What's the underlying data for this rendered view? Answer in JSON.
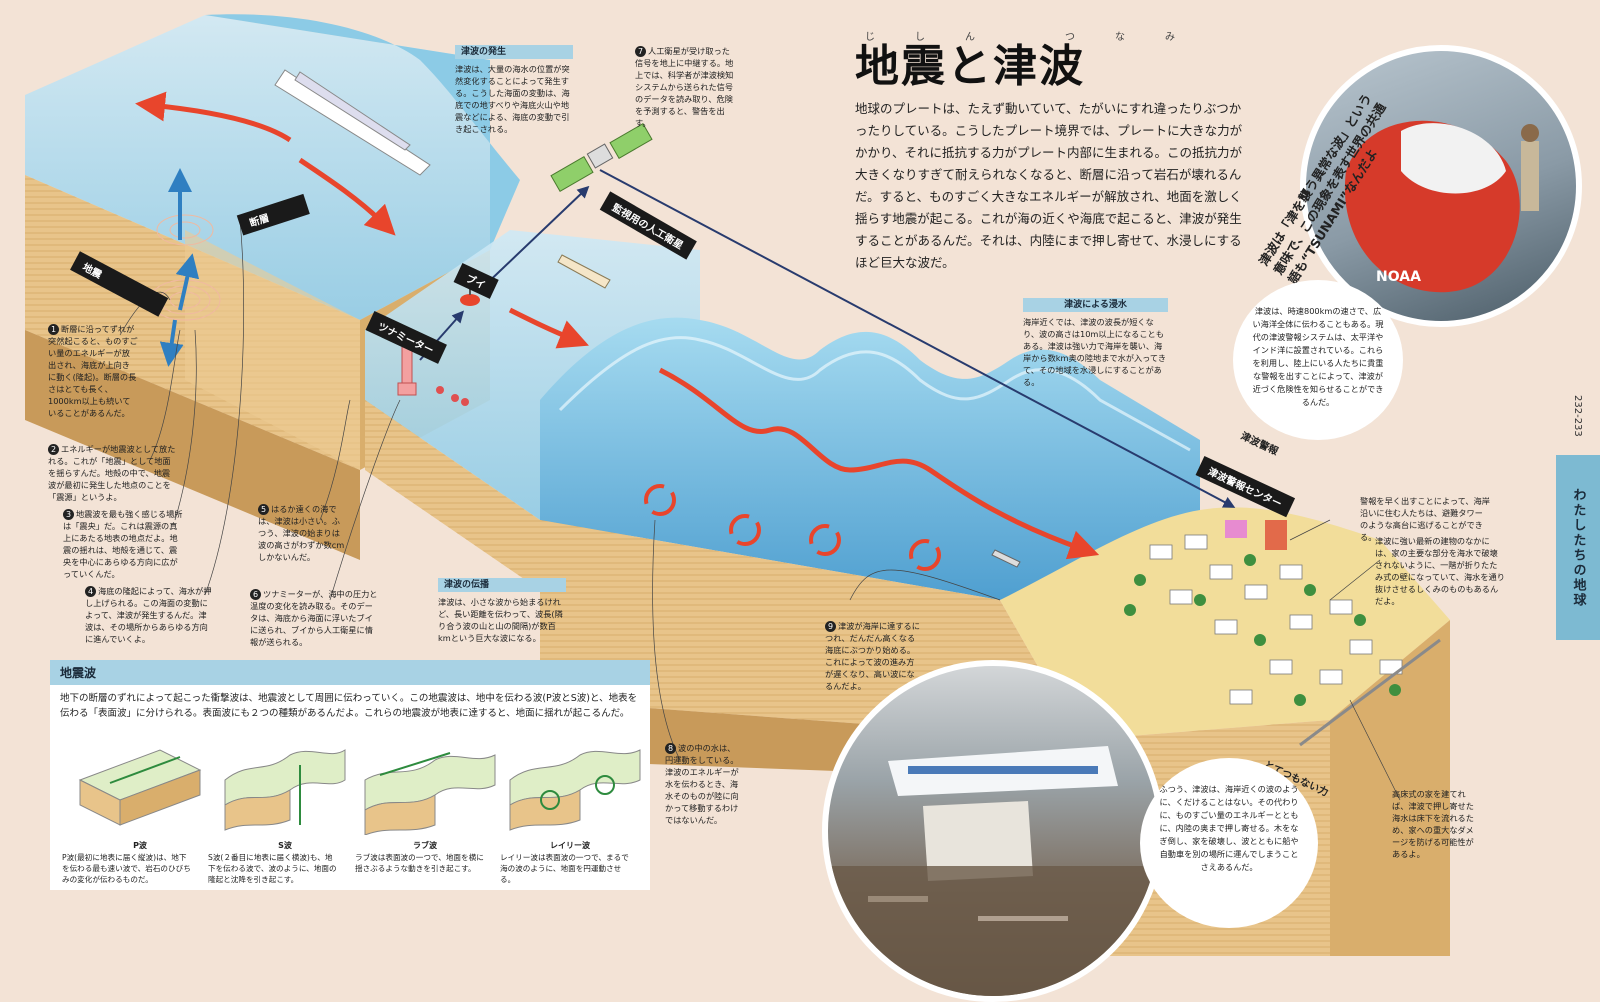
{
  "title": "地震と津波",
  "title_ruby": "じしん　つなみ",
  "intro": "地球のプレートは、たえず動いていて、たがいにすれ違ったりぶつかったりしている。こうしたプレート境界では、プレートに大きな力がかかり、それに抵抗する力がプレート内部に生まれる。この抵抗力が大きくなりすぎて耐えられなくなると、断層に沿って岩石が壊れるんだ。すると、ものすごく大きなエネルギーが解放され、地面を激しく揺らす地震が起こる。これが海の近くや海底で起こると、津波が発生することがあるんだ。それは、内陸にまで押し寄せて、水浸しにするほど巨大な波だ。",
  "labels": {
    "quake": "地震",
    "fault": "断層",
    "tsunameter": "ツナミーター",
    "buoy": "ブイ",
    "satellite": "監視用の人工衛星",
    "warning_center": "津波警報センター",
    "warning": "津波警報",
    "huge_force": "とてつもない力"
  },
  "boxes": {
    "generation": {
      "head": "津波の発生",
      "text": "津波は、大量の海水の位置が突然変化することによって発生する。こうした海面の変動は、海底での地すべりや海底火山や地震などによる、海底の変動で引き起こされる。"
    },
    "propagation": {
      "head": "津波の伝播",
      "text": "津波は、小さな波から始まるけれど、長い距離を伝わって、波長(隣り合う波の山と山の間隔)が数百kmという巨大な波になる。"
    },
    "flooding": {
      "head": "津波による浸水",
      "text": "海岸近くでは、津波の波長が短くなり、波の高さは10m以上になることもある。津波は強い力で海岸を襲い、海岸から数km奥の陸地まで水が入ってきて、その地域を水浸しにすることがある。"
    }
  },
  "notes": {
    "n1": "断層に沿ってずれが突然起こると、ものすごい量のエネルギーが放出され、海底が上向きに動く(隆起)。断層の長さはとても長く、1000km以上も続いていることがあるんだ。",
    "n2": "エネルギーが地震波として放たれる。これが「地震」として地面を揺らすんだ。地殻の中で、地震波が最初に発生した地点のことを「震源」というよ。",
    "n3": "地震波を最も強く感じる場所は「震央」だ。これは震源の真上にあたる地表の地点だよ。地震の揺れは、地殻を通じて、震央を中心にあらゆる方向に広がっていくんだ。",
    "n4": "海底の隆起によって、海水が押し上げられる。この海面の変動によって、津波が発生するんだ。津波は、その場所からあらゆる方向に進んでいくよ。",
    "n5": "はるか遠くの海では、津波は小さい。ふつう、津波の始まりは波の高さがわずか数cmしかないんだ。",
    "n6": "ツナミーターが、海中の圧力と温度の変化を読み取る。そのデータは、海底から海面に浮いたブイに送られ、ブイから人工衛星に情報が送られる。",
    "n7": "人工衛星が受け取った信号を地上に中継する。地上では、科学者が津波検知システムから送られた信号のデータを読み取り、危険を予測すると、警告を出す。",
    "n8": "波の中の水は、円運動をしている。津波のエネルギーが水を伝わるとき、海水そのものが陸に向かって移動するわけではないんだ。",
    "n9": "津波が海岸に達するにつれ、だんだん高くなる海底にぶつかり始める。これによって波の進み方が遅くなり、高い波になるんだよ。",
    "n10": "警報を早く出すことによって、海岸沿いに住む人たちは、避難タワーのような高台に逃げることができる。",
    "n11": "津波に強い最新の建物のなかには、家の主要な部分を海水で破壊されないように、一階が折りたたみ式の壁になっていて、海水を通り抜けさせるしくみのものもあるんだよ。",
    "n12": "高床式の家を建てれば、津波で押し寄せた海水は床下を流れるため、家への重大なダメージを防げる可能性があるよ。"
  },
  "photo_caption_top": "津波は「津を襲う異常な波」という意味で、この現象を表す世界の共通語も“TSUNAMI”なんだよ",
  "photo_top_bubble": "津波は、時速800kmの速さで、広い海洋全体に伝わることもある。現代の津波警報システムは、太平洋やインド洋に設置されている。これらを利用し、陸上にいる人たちに貴重な警報を出すことによって、津波が近づく危険性を知らせることができるんだ。",
  "photo_bottom_bubble": "ふつう、津波は、海岸近くの波のように、くだけることはない。その代わりに、ものすごい量のエネルギーとともに、内陸の奥まで押し寄せる。木をなぎ倒し、家を破壊し、波とともに船や自動車を別の場所に運んでしまうことさえあるんだ。",
  "buoy_text": "NOAA",
  "seismic": {
    "head": "地震波",
    "text": "地下の断層のずれによって起こった衝撃波は、地震波として周囲に伝わっていく。この地震波は、地中を伝わる波(P波とS波)と、地表を伝わる「表面波」に分けられる。表面波にも２つの種類があるんだよ。これらの地震波が地表に達すると、地面に揺れが起こるんだ。",
    "waves": [
      {
        "name": "P波",
        "text": "P波(最初に地表に届く縦波)は、地下を伝わる最も速い波で、岩石のひびちみの変化が伝わるものだ。"
      },
      {
        "name": "S波",
        "text": "S波(２番目に地表に届く横波)も、地下を伝わる波で、波のように、地面の隆起と沈降を引き起こす。"
      },
      {
        "name": "ラブ波",
        "text": "ラブ波は表面波の一つで、地面を横に揺さぶるような動きを引き起こす。"
      },
      {
        "name": "レイリー波",
        "text": "レイリー波は表面波の一つで、まるで海の波のように、地面を円運動させる。"
      }
    ]
  },
  "side_tab": "わたしたちの地球",
  "page_number": "232-233",
  "colors": {
    "background": "#f3e3d6",
    "sea": "#a9d6ea",
    "sea_dark": "#6fb6d8",
    "ground": "#e8c48a",
    "arrow_red": "#e8452c",
    "arrow_blue": "#2f7fc1",
    "label_bg": "#1a1a1a",
    "header_blue": "#a8d2e4"
  }
}
